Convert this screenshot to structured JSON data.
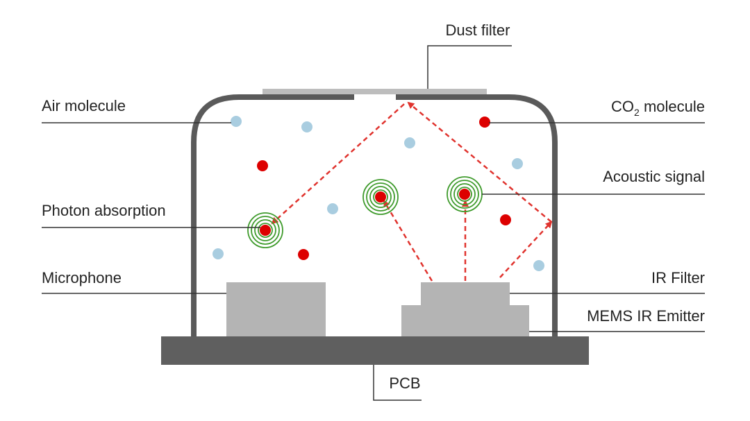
{
  "labels": {
    "dust_filter": "Dust filter",
    "air_molecule": "Air molecule",
    "co2_prefix": "CO",
    "co2_subscript": "2",
    "co2_suffix": " molecule",
    "acoustic_signal": "Acoustic signal",
    "photon_absorption": "Photon absorption",
    "microphone": "Microphone",
    "ir_filter": "IR Filter",
    "mems_ir_emitter": "MEMS IR Emitter",
    "pcb": "PCB"
  },
  "colors": {
    "housing": "#5a5a5a",
    "pcb": "#5f5f5f",
    "component": "#b4b4b4",
    "filter": "#bdbdbd",
    "co2_molecule": "#dd0000",
    "air_molecule": "#a9cde0",
    "photon_path": "#e0332e",
    "acoustic_rings": "#3f9b2c",
    "leader_line": "#333333"
  }
}
